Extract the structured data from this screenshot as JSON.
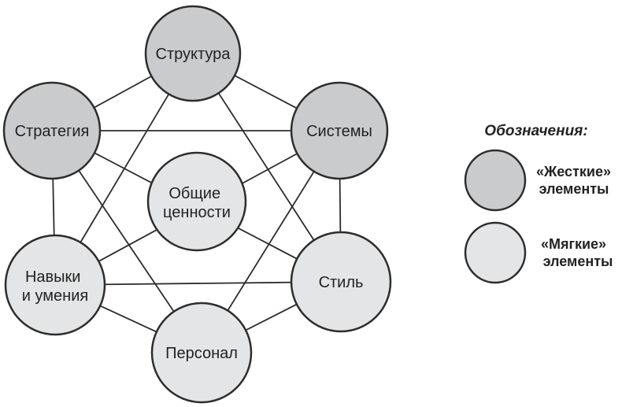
{
  "diagram": {
    "title_hint": "7-S model",
    "nodes": {
      "structure": {
        "label": "Структура",
        "type": "hard"
      },
      "strategy": {
        "label": "Стратегия",
        "type": "hard"
      },
      "systems": {
        "label": "Системы",
        "type": "hard"
      },
      "shared_values": {
        "line1": "Общие",
        "line2": "ценности",
        "type": "soft"
      },
      "skills": {
        "line1": "Навыки",
        "line2": "и умения",
        "type": "soft"
      },
      "style": {
        "label": "Стиль",
        "type": "soft"
      },
      "staff": {
        "label": "Персонал",
        "type": "soft"
      }
    },
    "edges": [
      [
        "structure",
        "strategy"
      ],
      [
        "structure",
        "systems"
      ],
      [
        "structure",
        "skills"
      ],
      [
        "structure",
        "style"
      ],
      [
        "strategy",
        "systems"
      ],
      [
        "strategy",
        "skills"
      ],
      [
        "strategy",
        "style"
      ],
      [
        "strategy",
        "staff"
      ],
      [
        "systems",
        "style"
      ],
      [
        "systems",
        "skills"
      ],
      [
        "systems",
        "staff"
      ],
      [
        "skills",
        "style"
      ],
      [
        "skills",
        "staff"
      ],
      [
        "style",
        "staff"
      ]
    ]
  },
  "legend": {
    "title": "Обозначения:",
    "items": [
      {
        "swatch": "hard",
        "line1": "«Жесткие»",
        "line2": "элементы"
      },
      {
        "swatch": "soft",
        "line1": "«Мягкие»",
        "line2": "элементы"
      }
    ]
  },
  "colors": {
    "hard": "#c9cbcd",
    "soft": "#e4e5e6",
    "stroke": "#2d2d2d",
    "text": "#222222",
    "background": "#ffffff"
  }
}
